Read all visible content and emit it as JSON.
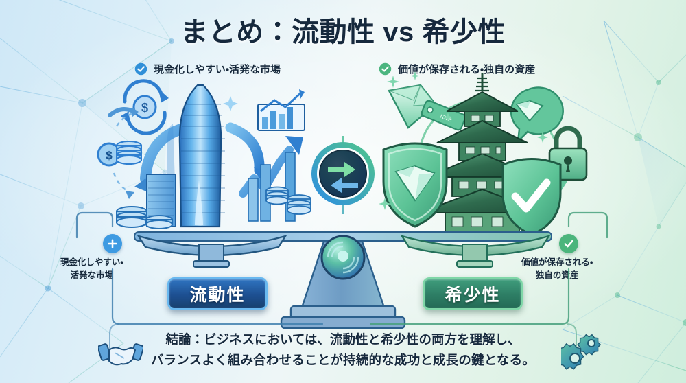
{
  "title": "まとめ：流動性 vs 希少性",
  "features": {
    "left": {
      "text": "現金化しやすい・活発な市場",
      "icon": "check-circle-icon",
      "color": "#2f8fd8"
    },
    "right": {
      "text": "価値が保存される・独自の資産",
      "icon": "check-circle-icon",
      "color": "#4cb57f"
    }
  },
  "balance": {
    "left_pan": {
      "label": "流動性",
      "color": "#1d4f91",
      "border": "#69b8ef"
    },
    "right_pan": {
      "label": "希少性",
      "color": "#2d7d64",
      "border": "#7fd6a7"
    },
    "center_icon": "exchange-arrows-icon",
    "pivot_icon": "balance-pivot-icon"
  },
  "captions": {
    "left": {
      "line1": "現金化しやすい・",
      "line2": "活発な市場",
      "badge": "plus-icon"
    },
    "right": {
      "line1": "価値が保存される・",
      "line2": "独自の資産",
      "badge": "check-icon"
    }
  },
  "conclusion": {
    "line1": "結論：ビジネスにおいては、流動性と希少性の両方を理解し、",
    "line2": "バランスよく組み合わせることが持続的な成功と成長の鍵となる。",
    "left_icon": "handshake-icon",
    "right_icon": "gears-icon"
  },
  "illustrations": {
    "left": {
      "theme": "liquidity",
      "items": [
        "skyscraper-icon",
        "coin-stack-icon",
        "dollar-circulation-icon",
        "dollar-coin-icon",
        "bar-chart-icon",
        "trend-up-arrow-icon",
        "flow-arrow-icon"
      ],
      "accent": "#2f7fd0"
    },
    "right": {
      "theme": "scarcity",
      "items": [
        "pagoda-icon",
        "diamond-shield-icon",
        "check-shield-icon",
        "padlock-icon",
        "diamond-tag-icon",
        "diamond-bubble-icon",
        "sparkle-icon"
      ],
      "accent": "#3f9d7c"
    }
  },
  "background": {
    "gradient_start": "#cfe8f7",
    "gradient_end": "#cfeedd",
    "network_pattern": "constellation-lines"
  }
}
